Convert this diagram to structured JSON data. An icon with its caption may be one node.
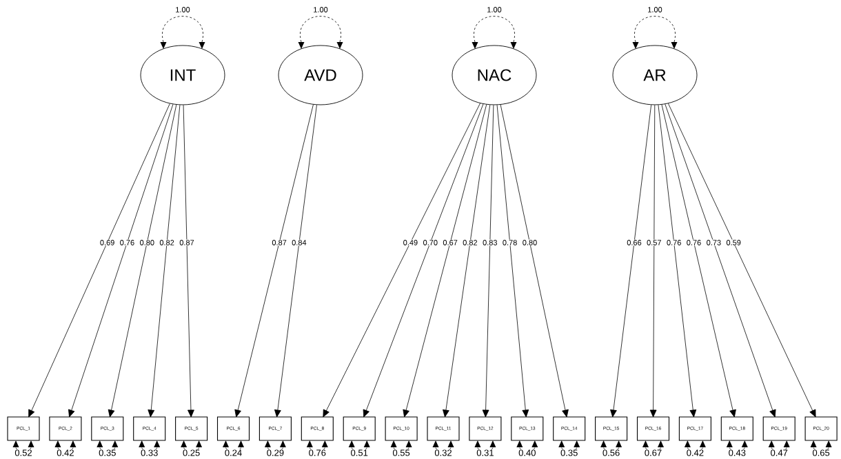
{
  "diagram": {
    "nodes": [
      {
        "text": [
          "INT"
        ]
      },
      {
        "text": [
          "AVD"
        ]
      },
      {
        "text": [
          "NAC"
        ]
      },
      {
        "text": [
          "AR"
        ]
      },
      {
        "text": [
          "PCL_1"
        ]
      },
      {
        "text": [
          "PCL_2"
        ]
      },
      {
        "text": [
          "PCL_3"
        ]
      },
      {
        "text": [
          "PCL_4"
        ]
      },
      {
        "text": [
          "PCL_5"
        ]
      },
      {
        "text": [
          "PCL_6"
        ]
      },
      {
        "text": [
          "PCL_7"
        ]
      },
      {
        "text": [
          "PCL_8"
        ]
      },
      {
        "text": [
          "PCL_9"
        ]
      },
      {
        "text": [
          "PCL_10"
        ]
      },
      {
        "text": [
          "PCL_11"
        ]
      },
      {
        "text": [
          "PCL_12"
        ]
      },
      {
        "text": [
          "PCL_13"
        ]
      },
      {
        "text": [
          "PCL_14"
        ]
      },
      {
        "text": [
          "PCL_15"
        ]
      },
      {
        "text": [
          "PCL_16"
        ]
      },
      {
        "text": [
          "PCL_17"
        ]
      },
      {
        "text": [
          "PCL_18"
        ]
      },
      {
        "text": [
          "PCL_19"
        ]
      },
      {
        "text": [
          "PCL_20"
        ]
      }
    ],
    "edges": [
      {
        "from": 0,
        "to": 0,
        "arrow": "both",
        "label": "1.00",
        "style": "dashed"
      },
      {
        "from": 1,
        "to": 1,
        "arrow": "both",
        "label": "1.00",
        "style": "dashed"
      },
      {
        "from": 2,
        "to": 2,
        "arrow": "both",
        "label": "1.00",
        "style": "dashed"
      },
      {
        "from": 3,
        "to": 3,
        "arrow": "both",
        "label": "1.00",
        "style": "dashed"
      },
      {
        "from": 0,
        "to": 4,
        "arrow": "to",
        "label": "0.69"
      },
      {
        "from": 0,
        "to": 5,
        "arrow": "to",
        "label": "0.76"
      },
      {
        "from": 0,
        "to": 6,
        "arrow": "to",
        "label": "0.80"
      },
      {
        "from": 0,
        "to": 7,
        "arrow": "to",
        "label": "0.82"
      },
      {
        "from": 0,
        "to": 8,
        "arrow": "to",
        "label": "0.87"
      },
      {
        "from": 1,
        "to": 9,
        "arrow": "to",
        "label": "0.87"
      },
      {
        "from": 1,
        "to": 10,
        "arrow": "to",
        "label": "0.84"
      },
      {
        "from": 2,
        "to": 11,
        "arrow": "to",
        "label": "0.49"
      },
      {
        "from": 2,
        "to": 12,
        "arrow": "to",
        "label": "0.70"
      },
      {
        "from": 2,
        "to": 13,
        "arrow": "to",
        "label": "0.67"
      },
      {
        "from": 2,
        "to": 14,
        "arrow": "to",
        "label": "0.82"
      },
      {
        "from": 2,
        "to": 15,
        "arrow": "to",
        "label": "0.83"
      },
      {
        "from": 2,
        "to": 16,
        "arrow": "to",
        "label": "0.78"
      },
      {
        "from": 2,
        "to": 17,
        "arrow": "to",
        "label": "0.80"
      },
      {
        "from": 3,
        "to": 18,
        "arrow": "to",
        "label": "0.66"
      },
      {
        "from": 3,
        "to": 19,
        "arrow": "to",
        "label": "0.57"
      },
      {
        "from": 3,
        "to": 20,
        "arrow": "to",
        "label": "0.76"
      },
      {
        "from": 3,
        "to": 21,
        "arrow": "to",
        "label": "0.76"
      },
      {
        "from": 3,
        "to": 22,
        "arrow": "to",
        "label": "0.73"
      },
      {
        "from": 3,
        "to": 23,
        "arrow": "to",
        "label": "0.59"
      },
      {
        "from": 4,
        "to": 4,
        "arrow": "both",
        "label": "0.52"
      },
      {
        "from": 5,
        "to": 5,
        "arrow": "both",
        "label": "0.42"
      },
      {
        "from": 6,
        "to": 6,
        "arrow": "both",
        "label": "0.35"
      },
      {
        "from": 7,
        "to": 7,
        "arrow": "both",
        "label": "0.33"
      },
      {
        "from": 8,
        "to": 8,
        "arrow": "both",
        "label": "0.25"
      },
      {
        "from": 9,
        "to": 9,
        "arrow": "both",
        "label": "0.24"
      },
      {
        "from": 10,
        "to": 10,
        "arrow": "both",
        "label": "0.29"
      },
      {
        "from": 11,
        "to": 11,
        "arrow": "both",
        "label": "0.76"
      },
      {
        "from": 12,
        "to": 12,
        "arrow": "both",
        "label": "0.51"
      },
      {
        "from": 13,
        "to": 13,
        "arrow": "both",
        "label": "0.55"
      },
      {
        "from": 14,
        "to": 14,
        "arrow": "both",
        "label": "0.32"
      },
      {
        "from": 15,
        "to": 15,
        "arrow": "both",
        "label": "0.31"
      },
      {
        "from": 16,
        "to": 16,
        "arrow": "both",
        "label": "0.40"
      },
      {
        "from": 17,
        "to": 17,
        "arrow": "both",
        "label": "0.35"
      },
      {
        "from": 18,
        "to": 18,
        "arrow": "both",
        "label": "0.56"
      },
      {
        "from": 19,
        "to": 19,
        "arrow": "both",
        "label": "0.67"
      },
      {
        "from": 20,
        "to": 20,
        "arrow": "both",
        "label": "0.42"
      },
      {
        "from": 21,
        "to": 21,
        "arrow": "both",
        "label": "0.43"
      },
      {
        "from": 22,
        "to": 22,
        "arrow": "both",
        "label": "0.47"
      },
      {
        "from": 23,
        "to": 23,
        "arrow": "both",
        "label": "0.65"
      }
    ]
  }
}
